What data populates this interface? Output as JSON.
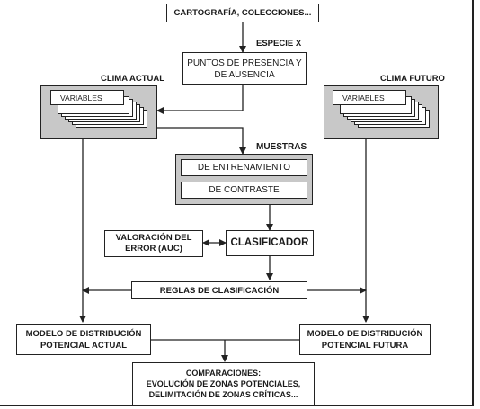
{
  "nodes": {
    "cartografia": "CARTOGRAFÍA, COLECCIONES...",
    "especie": "ESPECIE X",
    "puntos": [
      "PUNTOS DE PRESENCIA Y",
      "DE AUSENCIA"
    ],
    "clima_actual": "CLIMA ACTUAL",
    "clima_futuro": "CLIMA FUTURO",
    "variables_actual": "VARIABLES",
    "variables_futuro": "VARIABLES",
    "muestras": "MUESTRAS",
    "entrenamiento": "DE ENTRENAMIENTO",
    "contraste": "DE CONTRASTE",
    "valoracion": [
      "VALORACIÓN DEL",
      "ERROR (AUC)"
    ],
    "clasificador": "CLASIFICADOR",
    "reglas": "REGLAS DE CLASIFICACIÓN",
    "modelo_actual": [
      "MODELO DE DISTRIBUCIÓN",
      "POTENCIAL ACTUAL"
    ],
    "modelo_futura": [
      "MODELO DE DISTRIBUCIÓN",
      "POTENCIAL FUTURA"
    ],
    "comparaciones": [
      "COMPARACIONES:",
      "EVOLUCIÓN DE ZONAS POTENCIALES,",
      "DELIMITACIÓN DE ZONAS CRÍTICAS..."
    ]
  }
}
